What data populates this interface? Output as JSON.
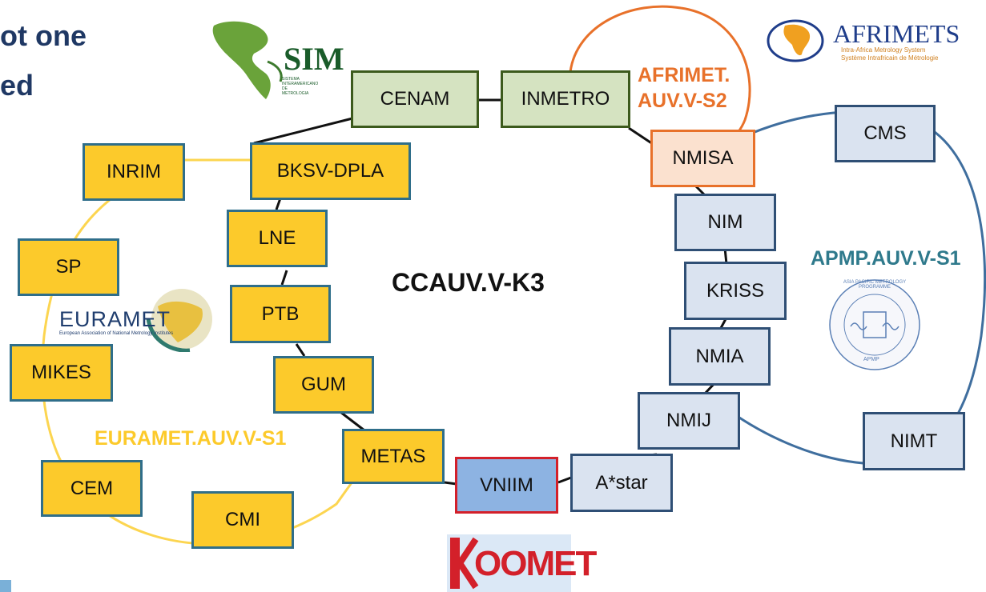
{
  "title_lines": [
    "ot one",
    "ed"
  ],
  "center_label": "CCAUV.V-K3",
  "loop_labels": {
    "euramet": "EURAMET.AUV.V-S1",
    "afrimet_1": "AFRIMET.",
    "afrimet_2": "AUV.V-S2",
    "apmp": "APMP.AUV.V-S1"
  },
  "logos": {
    "sim": "SIM",
    "sim_sub": "SISTEMA INTERAMERICANO DE METROLOGIA",
    "afrimets": "AFRIMETS",
    "afrimets_sub1": "Intra-Africa Metrology System",
    "afrimets_sub2": "Système Intrafricain de Métrologie",
    "euramet": "EURAMET",
    "euramet_sub": "European Association of National Metrology Institutes",
    "apmp": "ASIA PACIFIC METROLOGY PROGRAMME",
    "apmp_sub": "APMP",
    "coomet": "OOMET"
  },
  "colors": {
    "euramet": "#fcca2b",
    "sim": "#d5e3c1",
    "apmp": "#dae3f0",
    "afrimet": "#fbe1cf",
    "coomet": "#8db3e2",
    "euramet_label": "#fcca2b",
    "afrimet_label": "#e8712a",
    "apmp_label": "#2f7a8c",
    "title": "#1f3864"
  },
  "nodes": {
    "cenam": "CENAM",
    "inmetro": "INMETRO",
    "bksv": "BKSV-DPLA",
    "inrim": "INRIM",
    "lne": "LNE",
    "sp": "SP",
    "ptb": "PTB",
    "mikes": "MIKES",
    "gum": "GUM",
    "metas": "METAS",
    "cem": "CEM",
    "cmi": "CMI",
    "vniim": "VNIIM",
    "astar": "A*star",
    "nmij": "NMIJ",
    "nmia": "NMIA",
    "kriss": "KRISS",
    "nim": "NIM",
    "nmisa": "NMISA",
    "cms": "CMS",
    "nimt": "NIMT"
  }
}
